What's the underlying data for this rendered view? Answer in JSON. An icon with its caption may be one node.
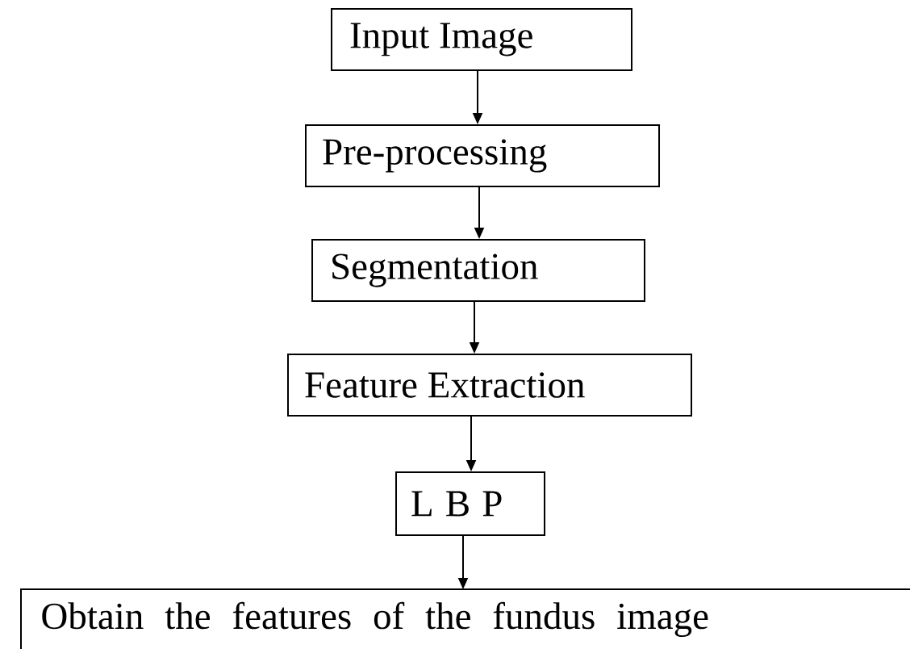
{
  "diagram": {
    "nodes": [
      {
        "text": [
          "Input Image"
        ]
      },
      {
        "text": [
          "Pre-processing"
        ]
      },
      {
        "text": [
          "Segmentation"
        ]
      },
      {
        "text": [
          "Feature Extraction"
        ]
      },
      {
        "text": [
          "L B P"
        ]
      },
      {
        "text": [
          "Obtain the features of the fundus image"
        ]
      }
    ],
    "edges": [
      {
        "from": 0,
        "to": 1,
        "arrow": "to"
      },
      {
        "from": 1,
        "to": 2,
        "arrow": "to"
      },
      {
        "from": 2,
        "to": 3,
        "arrow": "to"
      },
      {
        "from": 3,
        "to": 4,
        "arrow": "to"
      },
      {
        "from": 4,
        "to": 5,
        "arrow": "to"
      }
    ]
  }
}
